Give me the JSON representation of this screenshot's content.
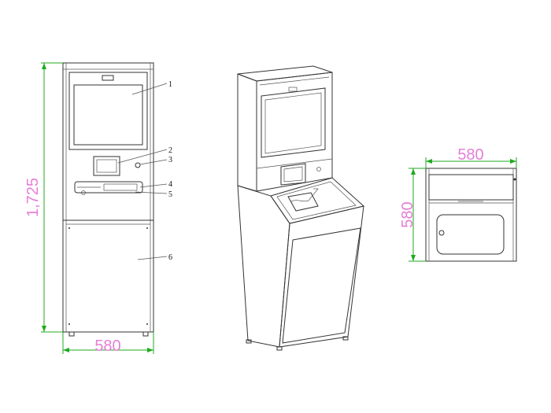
{
  "callouts": [
    "1",
    "2",
    "3",
    "4",
    "5",
    "6"
  ],
  "dimensions": {
    "front_height": "1,725",
    "front_width": "580",
    "top_width": "580",
    "top_depth": "580"
  },
  "colors": {
    "line": "#333333",
    "dimension_line": "#1faa1f",
    "dimension_text": "#e57fd6"
  }
}
